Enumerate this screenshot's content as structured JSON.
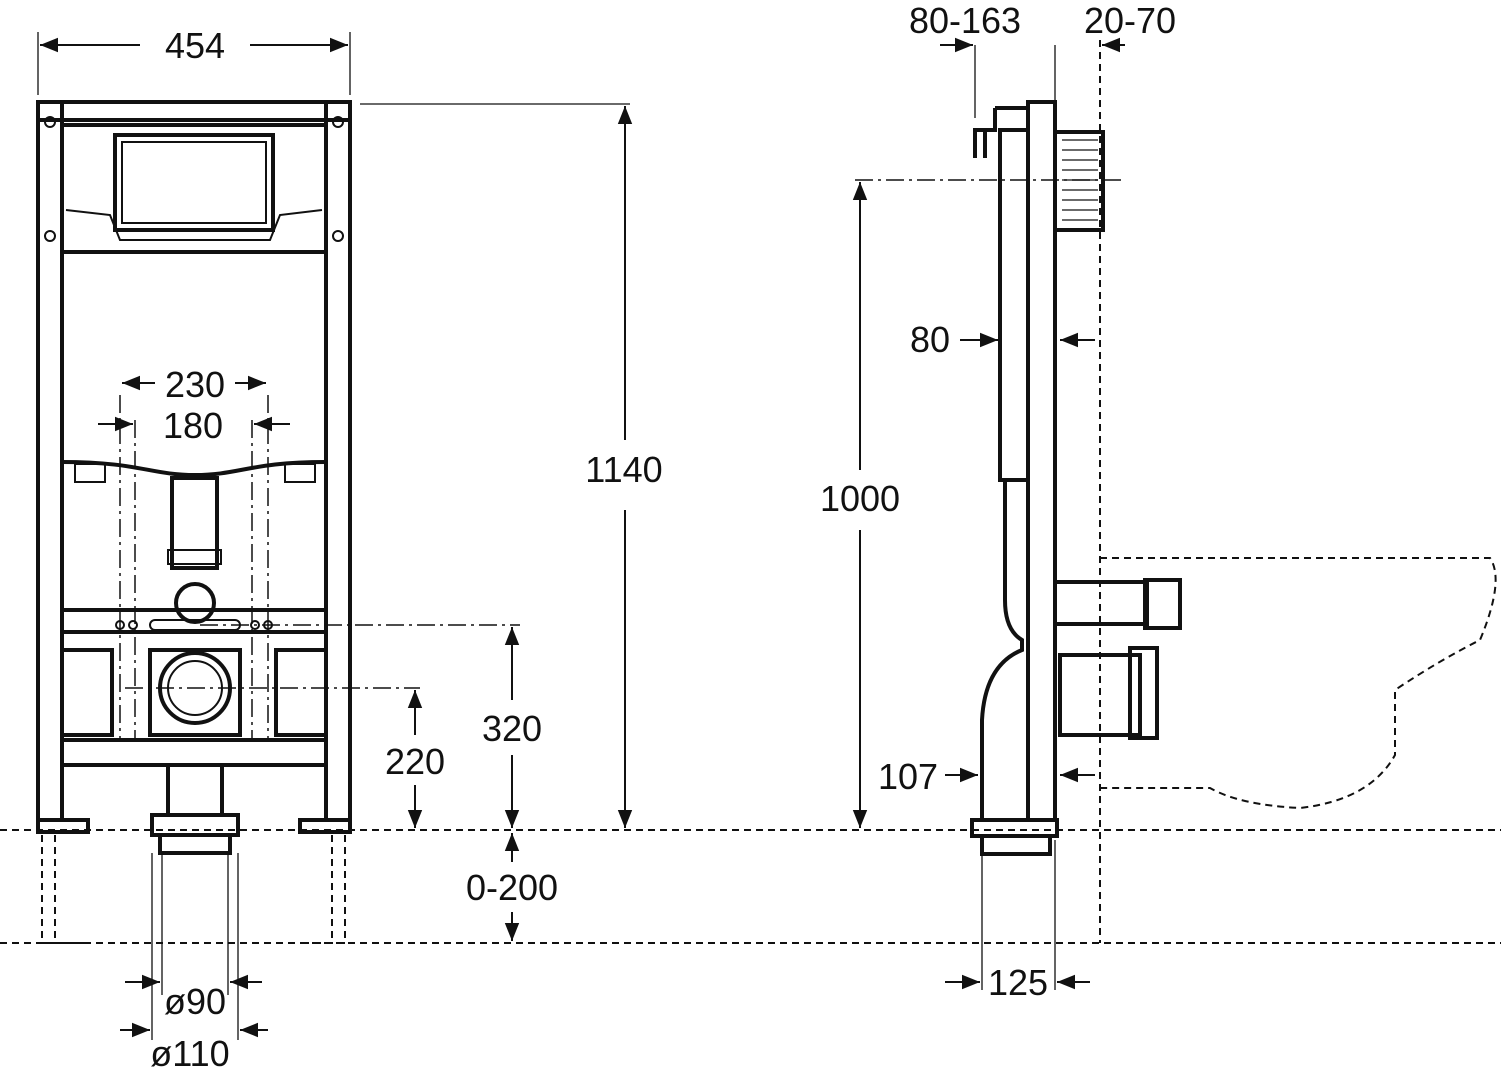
{
  "title": "Wall-hung WC installation frame dimensions",
  "front_view": {
    "width": "454",
    "height": "1140",
    "fixing_outer": "230",
    "fixing_inner": "180",
    "axis_height": "320",
    "outlet_height": "220",
    "floor_adjust": "0-200",
    "outlet_d90": "ø90",
    "outlet_d110": "ø110"
  },
  "side_view": {
    "depth_range": "80-163",
    "wall_gap": "20-70",
    "frame_depth": "80",
    "button_height": "1000",
    "outlet_offset": "107",
    "pipe_depth": "125"
  }
}
